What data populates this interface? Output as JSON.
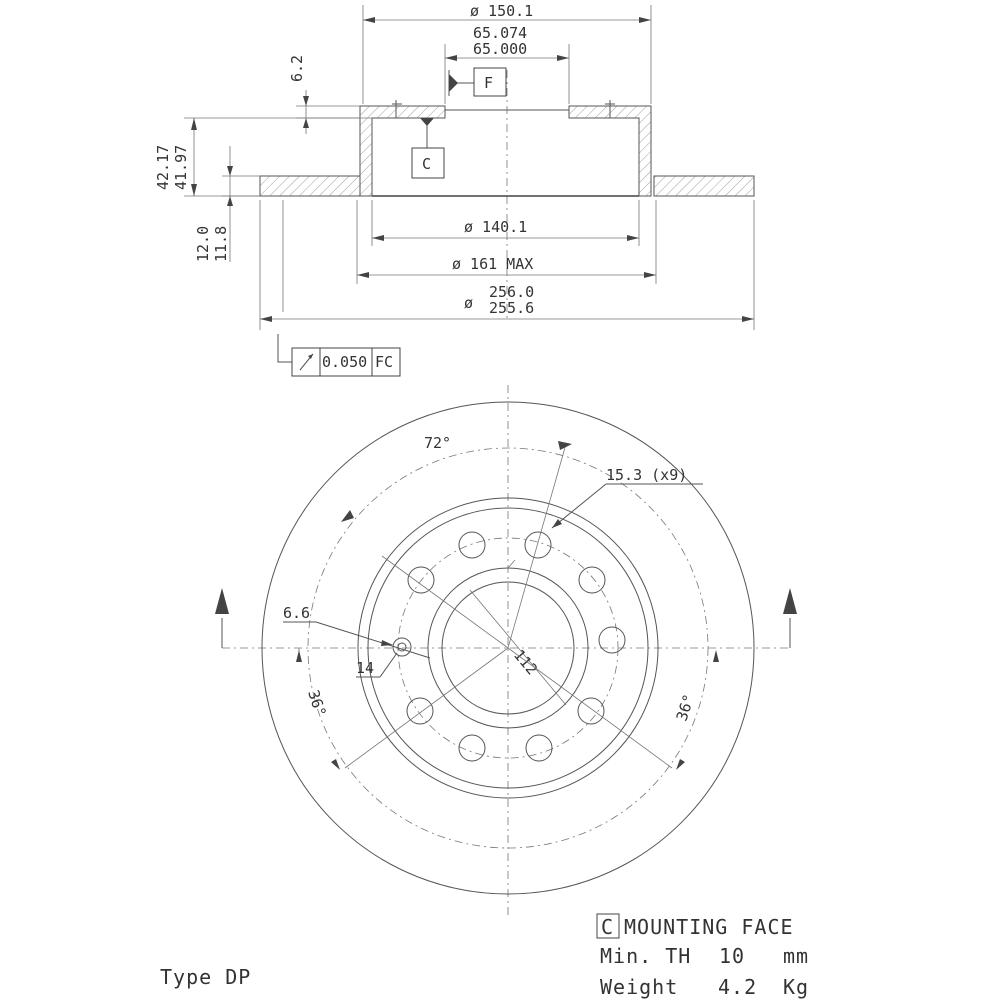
{
  "section": {
    "dia_outer_hat": "ø 150.1",
    "bore_max": "65.074",
    "bore_min": "65.000",
    "hat_thickness": "6.2",
    "height_max": "42.17",
    "height_min": "41.97",
    "disc_thick_max": "12.0",
    "disc_thick_min": "11.8",
    "dia_inner": "ø 140.1",
    "dia_161": "ø 161 MAX",
    "dia_disc_max": "256.0",
    "dia_disc_min": "255.6",
    "dia_symbol": "ø",
    "datum_f": "F",
    "datum_c": "C",
    "tolerance_value": "0.050",
    "tolerance_datum": "FC"
  },
  "front_view": {
    "angle_top": "72°",
    "holes_label": "15.3 (x9)",
    "small_hole": "6.6",
    "small_hole_offset": "14",
    "pcd": "112",
    "angle_left": "36°",
    "angle_right": "36°"
  },
  "notes": {
    "datum_letter": "C",
    "mounting_face": "MOUNTING FACE",
    "min_th_label": "Min. TH",
    "min_th_value": "10",
    "min_th_unit": "mm",
    "weight_label": "Weight",
    "weight_value": "4.2",
    "weight_unit": "Kg",
    "type": "Type DP"
  }
}
